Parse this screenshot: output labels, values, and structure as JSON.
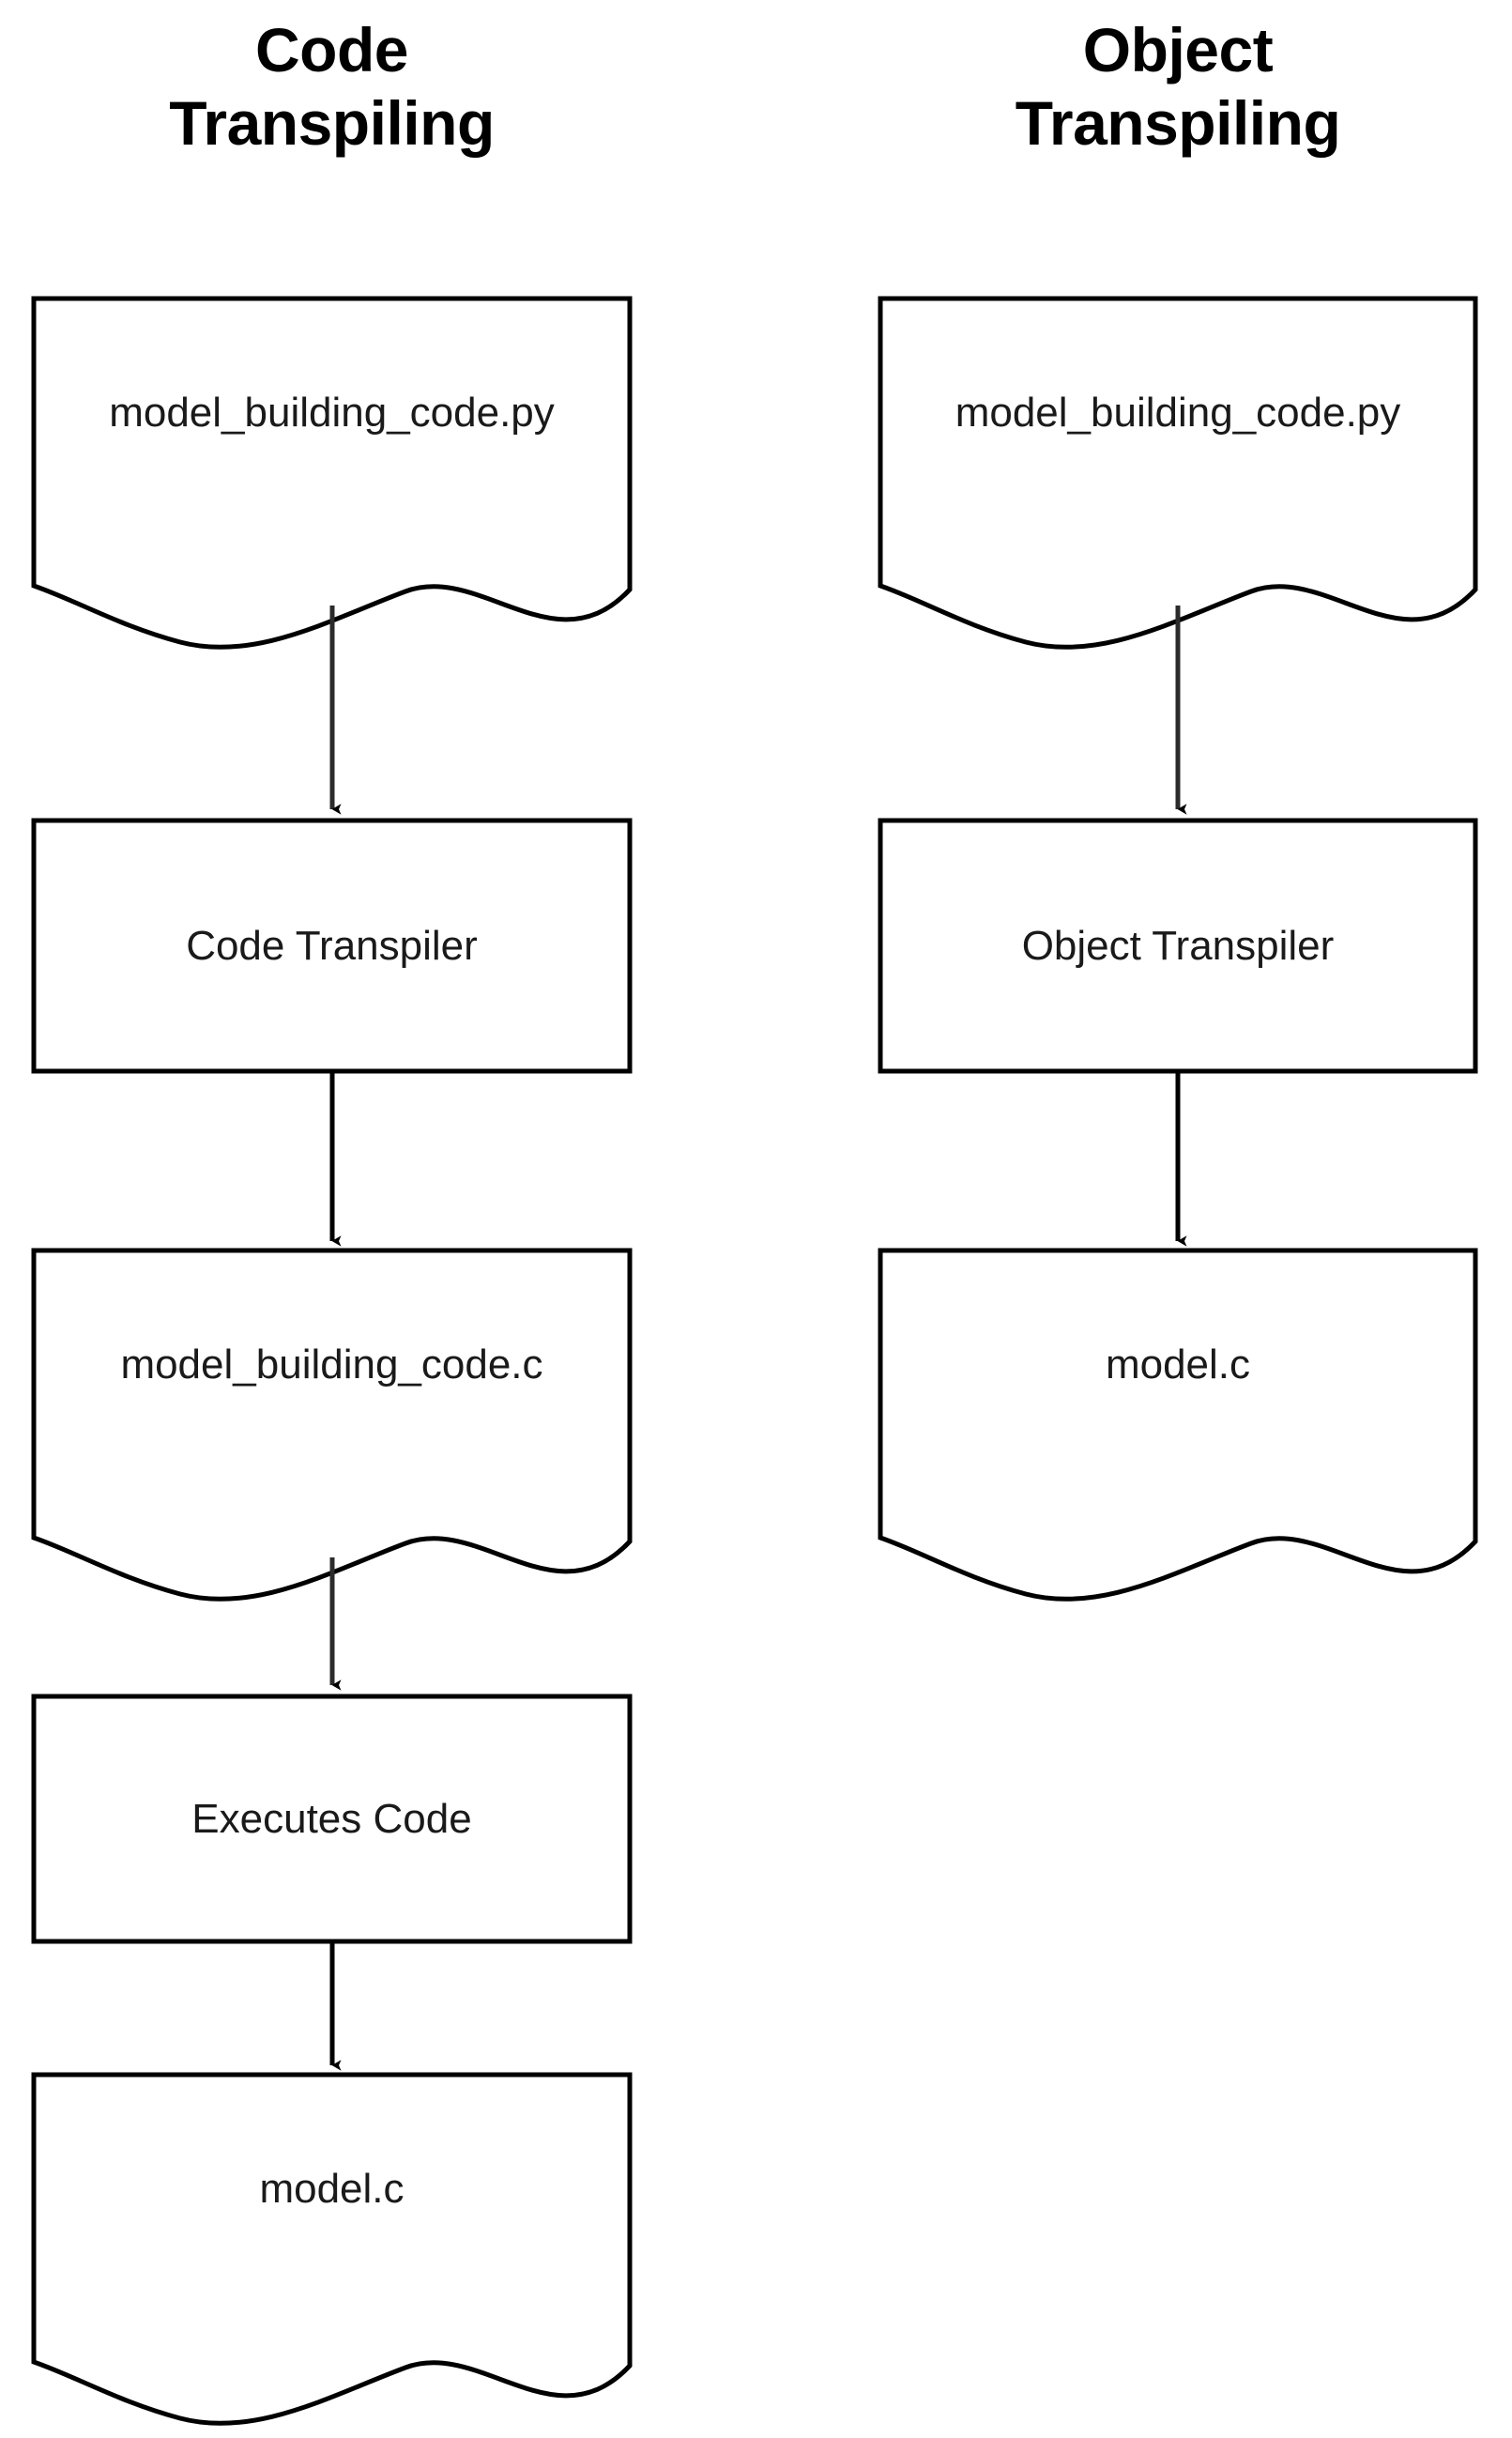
{
  "diagram": {
    "type": "flowchart",
    "background_color": "#ffffff",
    "stroke_color": "#000000",
    "text_color": "#1a1a1a",
    "columns": [
      {
        "id": "code-transpiling",
        "title_line1": "Code",
        "title_line2": "Transpiling",
        "nodes": [
          {
            "id": "src-py",
            "shape": "document",
            "label": "model_building_code.py"
          },
          {
            "id": "code-transpiler",
            "shape": "process",
            "label": "Code Transpiler"
          },
          {
            "id": "out-c",
            "shape": "document",
            "label": "model_building_code.c"
          },
          {
            "id": "executes-code",
            "shape": "process",
            "label": "Executes Code"
          },
          {
            "id": "model-c",
            "shape": "document",
            "label": "model.c"
          }
        ],
        "connectors": [
          {
            "from": "src-py",
            "to": "code-transpiler",
            "kind": "arrow-down"
          },
          {
            "from": "code-transpiler",
            "to": "out-c",
            "kind": "arrow-down"
          },
          {
            "from": "out-c",
            "to": "executes-code",
            "kind": "arrow-down"
          },
          {
            "from": "executes-code",
            "to": "model-c",
            "kind": "arrow-down"
          }
        ]
      },
      {
        "id": "object-transpiling",
        "title_line1": "Object",
        "title_line2": "Transpiling",
        "nodes": [
          {
            "id": "src-py-2",
            "shape": "document",
            "label": "model_building_code.py"
          },
          {
            "id": "object-transpiler",
            "shape": "process",
            "label": "Object Transpiler"
          },
          {
            "id": "model-c-2",
            "shape": "document",
            "label": "model.c"
          }
        ],
        "connectors": [
          {
            "from": "src-py-2",
            "to": "object-transpiler",
            "kind": "arrow-down"
          },
          {
            "from": "object-transpiler",
            "to": "model-c-2",
            "kind": "arrow-down"
          }
        ]
      }
    ]
  }
}
